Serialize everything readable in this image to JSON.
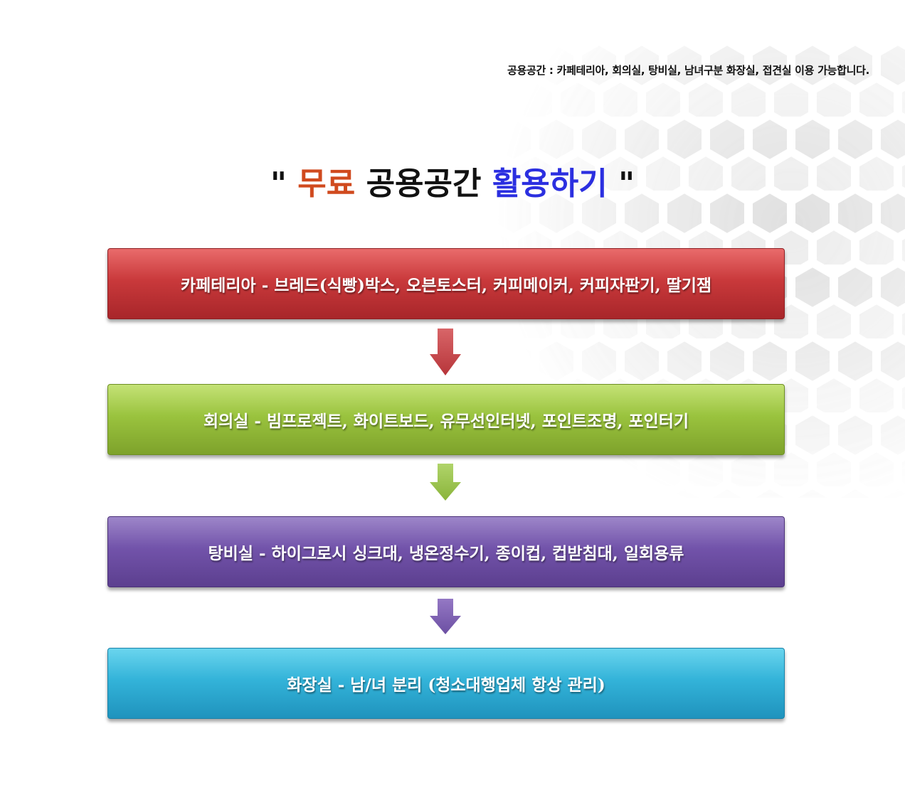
{
  "top_note": "공용공간 : 카페테리아, 회의실, 탕비실, 남녀구분 화장실, 접견실 이용 가능합니다.",
  "headline": {
    "open_quote": "\"",
    "word_free": "무료",
    "word_space": "공용공간",
    "word_use": "활용하기",
    "close_quote": "\""
  },
  "colors": {
    "free": "#d04a1e",
    "use": "#2b2fe0",
    "red_bar": "#c9393b",
    "green_bar": "#9ac33e",
    "purple_bar": "#7253aa",
    "cyan_bar": "#33b3d9"
  },
  "steps": [
    {
      "label": "카페테리아 - 브레드(식빵)박스, 오븐토스터, 커피메이커, 커피자판기, 딸기잼"
    },
    {
      "label": "회의실 - 빔프로젝트, 화이트보드, 유무선인터넷, 포인트조명, 포인터기"
    },
    {
      "label": "탕비실 - 하이그로시 싱크대, 냉온정수기, 종이컵, 컵받침대, 일회용류"
    },
    {
      "label": "화장실 - 남/녀 분리 (청소대행업체 항상 관리)"
    }
  ],
  "icons": [
    "down-arrow-icon",
    "down-arrow-icon",
    "down-arrow-icon"
  ]
}
